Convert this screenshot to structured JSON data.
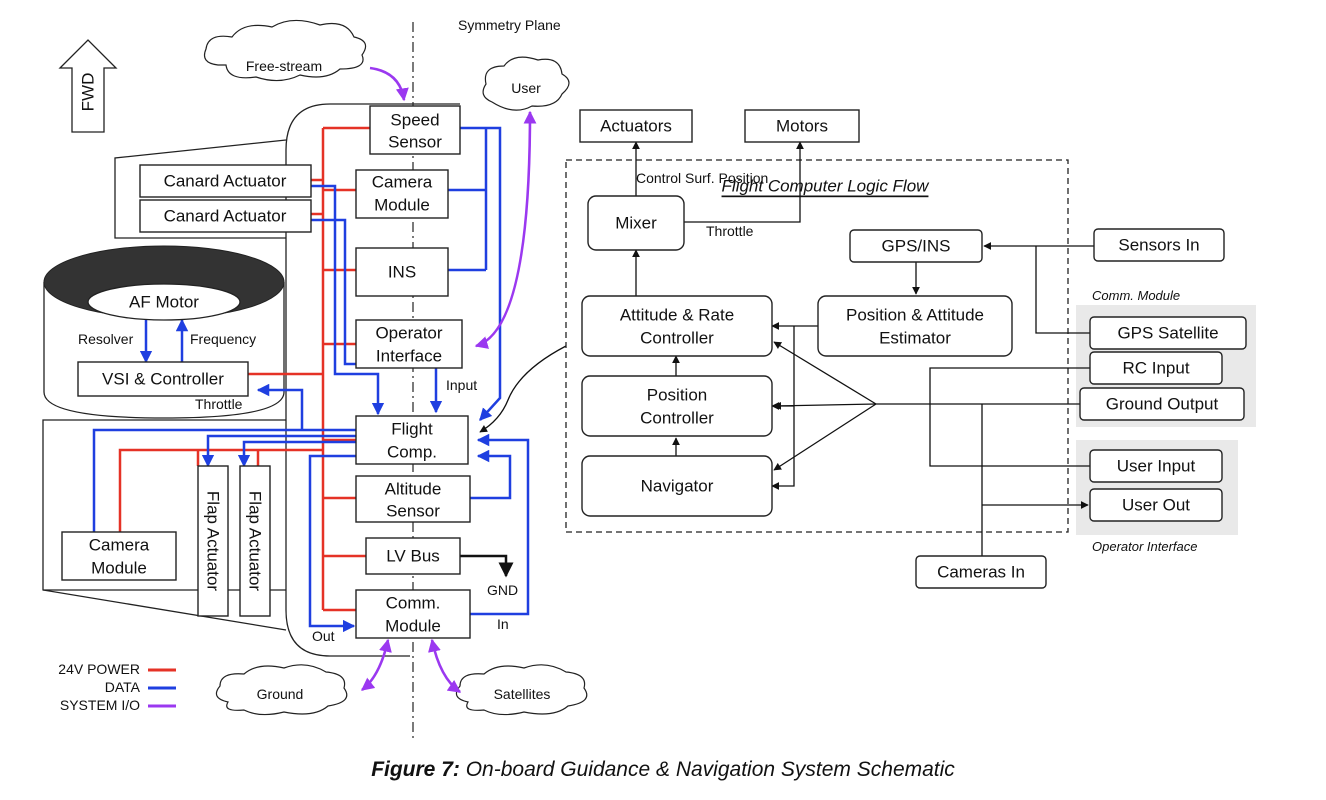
{
  "caption": {
    "lead": "Figure 7:",
    "text": "On-board Guidance & Navigation System Schematic"
  },
  "symmetry_plane": "Symmetry Plane",
  "fwd": "FWD",
  "clouds": {
    "free_stream": "Free-stream",
    "user": "User",
    "ground": "Ground",
    "satellites": "Satellites"
  },
  "boxes": {
    "speed_sensor": [
      "Speed",
      "Sensor"
    ],
    "camera_module_center": [
      "Camera",
      "Module"
    ],
    "ins": "INS",
    "operator_interface": [
      "Operator",
      "Interface"
    ],
    "flight_comp": [
      "Flight",
      "Comp."
    ],
    "altitude_sensor": [
      "Altitude",
      "Sensor"
    ],
    "lv_bus": "LV Bus",
    "comm_module": [
      "Comm.",
      "Module"
    ],
    "canard_actuator_1": "Canard Actuator",
    "canard_actuator_2": "Canard Actuator",
    "af_motor": "AF Motor",
    "vsi_controller": "VSI & Controller",
    "camera_module_left": [
      "Camera",
      "Module"
    ],
    "flap_actuator_1": "Flap Actuator",
    "flap_actuator_2": "Flap Actuator",
    "actuators": "Actuators",
    "motors": "Motors",
    "mixer": "Mixer",
    "attitude_rate": [
      "Attitude & Rate",
      "Controller"
    ],
    "position_controller": [
      "Position",
      "Controller"
    ],
    "navigator": "Navigator",
    "gps_ins": "GPS/INS",
    "pos_att_estimator": [
      "Position & Attitude",
      "Estimator"
    ],
    "sensors_in": "Sensors In",
    "gps_satellite": "GPS Satellite",
    "rc_input": "RC Input",
    "ground_output": "Ground Output",
    "user_input": "User Input",
    "user_out": "User Out",
    "cameras_in": "Cameras In"
  },
  "labels": {
    "resolver": "Resolver",
    "frequency": "Frequency",
    "throttle_left": "Throttle",
    "input": "Input",
    "gnd": "GND",
    "out": "Out",
    "in": "In",
    "control_surf_position": "Control Surf. Position",
    "throttle_right": "Throttle",
    "flight_computer_logic_flow": "Flight Computer Logic Flow",
    "comm_module_group": "Comm. Module",
    "operator_interface_group": "Operator Interface"
  },
  "legend": [
    {
      "label": "24V POWER",
      "color": "#e53226"
    },
    {
      "label": "DATA",
      "color": "#1f3fe0"
    },
    {
      "label": "SYSTEM I/O",
      "color": "#9b38f0"
    }
  ]
}
